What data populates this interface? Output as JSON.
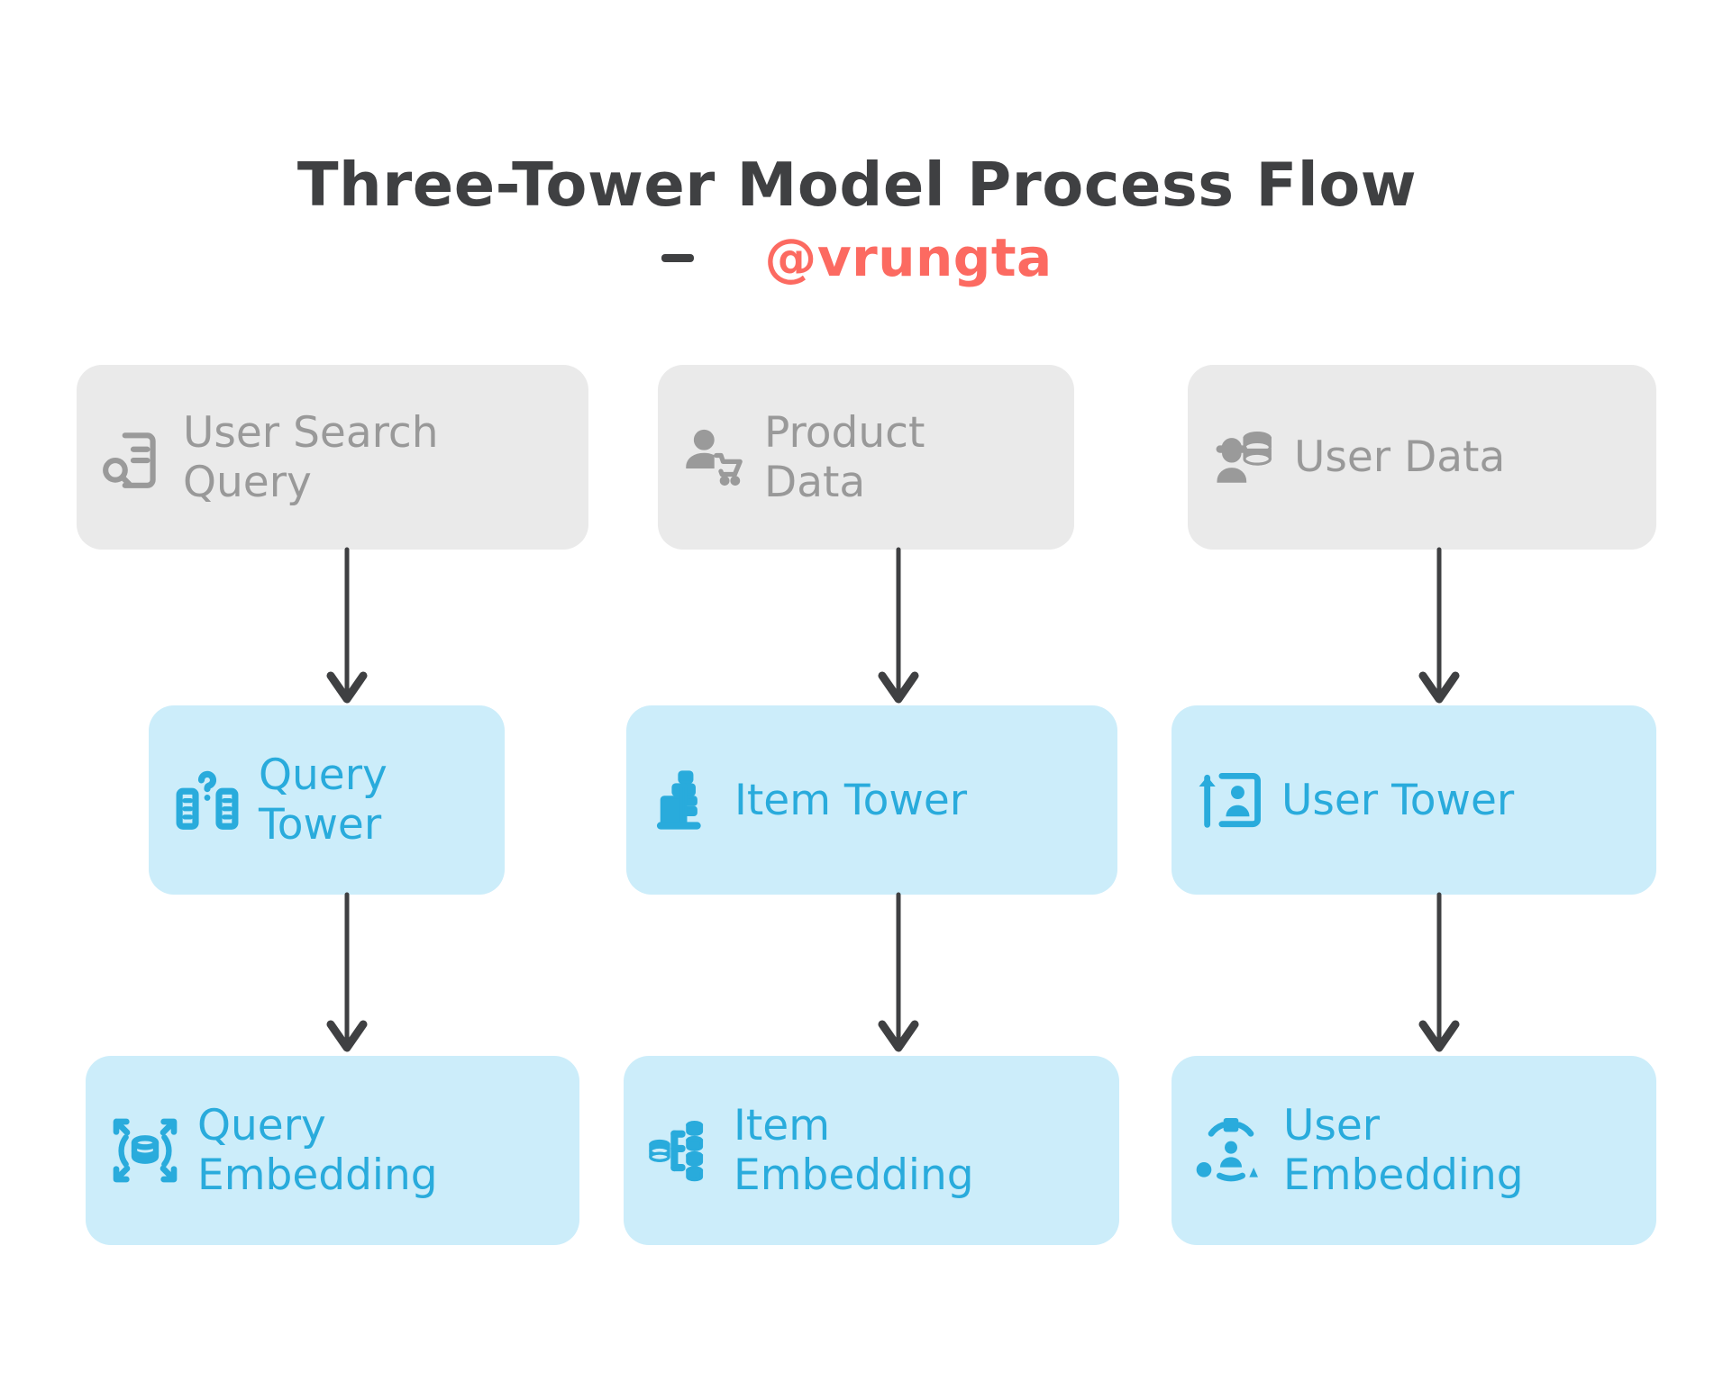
{
  "title": {
    "main": "Three-Tower Model Process Flow",
    "dash": "",
    "handle": "@vrungta"
  },
  "colors": {
    "title_text": "#3f4042",
    "handle_text": "#fc6a61",
    "source_box_bg": "#eaeaea",
    "source_box_text": "#999999",
    "tower_box_bg": "#ccedfa",
    "tower_box_text": "#29abdc",
    "arrow": "#3f4042",
    "page_bg": "#ffffff"
  },
  "diagram": {
    "type": "flowchart",
    "columns": [
      {
        "id": "query",
        "nodes": [
          {
            "id": "user-search-query",
            "label": "User Search\nQuery",
            "icon": "document-search-icon",
            "style": "source"
          },
          {
            "id": "query-tower",
            "label": "Query\nTower",
            "icon": "tower-question-icon",
            "style": "tower"
          },
          {
            "id": "query-embedding",
            "label": "Query\nEmbedding",
            "icon": "database-expand-icon",
            "style": "embedding"
          }
        ]
      },
      {
        "id": "item",
        "nodes": [
          {
            "id": "product-data",
            "label": "Product\nData",
            "icon": "person-cart-icon",
            "style": "source"
          },
          {
            "id": "item-tower",
            "label": "Item Tower",
            "icon": "building-blocks-icon",
            "style": "tower"
          },
          {
            "id": "item-embedding",
            "label": "Item\nEmbedding",
            "icon": "database-branch-icon",
            "style": "embedding"
          }
        ]
      },
      {
        "id": "user",
        "nodes": [
          {
            "id": "user-data",
            "label": "User Data",
            "icon": "person-database-icon",
            "style": "source"
          },
          {
            "id": "user-tower",
            "label": "User Tower",
            "icon": "arrow-person-card-icon",
            "style": "tower"
          },
          {
            "id": "user-embedding",
            "label": "User\nEmbedding",
            "icon": "person-cluster-icon",
            "style": "embedding"
          }
        ]
      }
    ],
    "edges": [
      {
        "from": "user-search-query",
        "to": "query-tower",
        "style": "arrow-down"
      },
      {
        "from": "query-tower",
        "to": "query-embedding",
        "style": "arrow-down"
      },
      {
        "from": "product-data",
        "to": "item-tower",
        "style": "arrow-down"
      },
      {
        "from": "item-tower",
        "to": "item-embedding",
        "style": "arrow-down"
      },
      {
        "from": "user-data",
        "to": "user-tower",
        "style": "arrow-down"
      },
      {
        "from": "user-tower",
        "to": "user-embedding",
        "style": "arrow-down"
      }
    ]
  }
}
